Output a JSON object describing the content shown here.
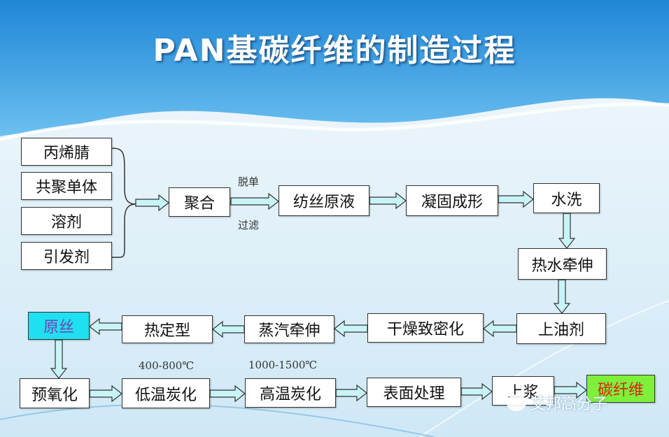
{
  "title": "PAN基碳纤维的制造过程",
  "inputs": [
    "丙烯腈",
    "共聚单体",
    "溶剂",
    "引发剂"
  ],
  "steps": {
    "polymerize": "聚合",
    "spin_dope": "纺丝原液",
    "coagulate": "凝固成形",
    "wash": "水洗",
    "hot_stretch": "热水牵伸",
    "oiling": "上油剂",
    "dry": "干燥致密化",
    "steam_stretch": "蒸汽牵伸",
    "heat_set": "热定型",
    "precursor": "原丝",
    "preox": "预氧化",
    "low_carb": "低温炭化",
    "high_carb": "高温炭化",
    "surface": "表面处理",
    "sizing": "上浆",
    "carbon_fiber": "碳纤维"
  },
  "labels": {
    "demonomer": "脱单",
    "filter": "过滤",
    "low_temp": "400-800℃",
    "high_temp": "1000-1500℃"
  },
  "watermark": "艾邦高分子",
  "colors": {
    "precursor_bg": "#1ee0f0",
    "precursor_text": "#7b3fb0",
    "carbon_bg": "#7ef03a",
    "carbon_text": "#e0201a",
    "arrow_fill": "#c8f4f8"
  }
}
